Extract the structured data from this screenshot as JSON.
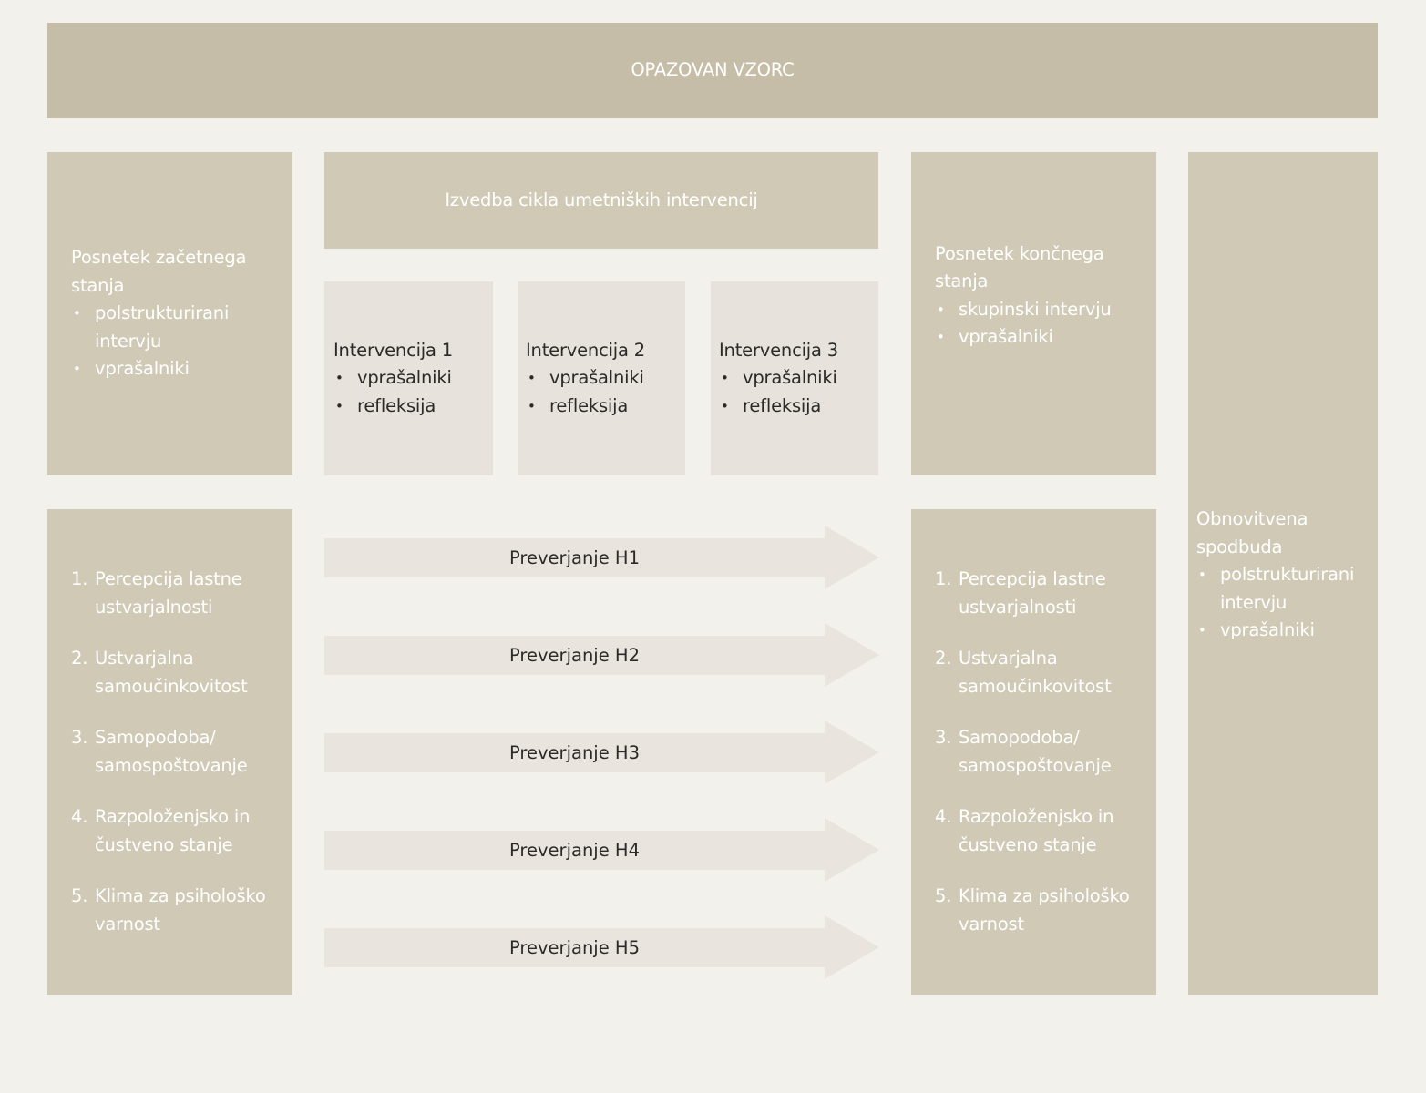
{
  "header": {
    "title": "OPAZOVAN VZORC"
  },
  "initial": {
    "title": "Posnetek začetnega stanja",
    "items": [
      "polstrukturirani intervju",
      "vprašalniki"
    ]
  },
  "cycle": {
    "title": "Izvedba cikla umetniških intervencij"
  },
  "interventions": [
    {
      "title": "Intervencija 1",
      "items": [
        "vprašalniki",
        "refleksija"
      ]
    },
    {
      "title": "Intervencija 2",
      "items": [
        "vprašalniki",
        "refleksija"
      ]
    },
    {
      "title": "Intervencija 3",
      "items": [
        "vprašalniki",
        "refleksija"
      ]
    }
  ],
  "final": {
    "title": "Posnetek končnega stanja",
    "items": [
      "skupinski intervju",
      "vprašalniki"
    ]
  },
  "renewed": {
    "title": "Obnovitvena spodbuda",
    "items": [
      "polstrukturirani intervju",
      "vprašalniki"
    ]
  },
  "measures_left": [
    {
      "num": "1.",
      "text": "Percepcija lastne ustvarjalnosti"
    },
    {
      "num": "2.",
      "text": "Ustvarjalna samoučinkovitost"
    },
    {
      "num": "3.",
      "text": "Samopodoba/ samospoštovanje"
    },
    {
      "num": "4.",
      "text": "Razpoloženjsko in čustveno stanje"
    },
    {
      "num": "5.",
      "text": "Klima za psihološko varnost"
    }
  ],
  "measures_right": [
    {
      "num": "1.",
      "text": "Percepcija lastne ustvarjalnosti"
    },
    {
      "num": "2.",
      "text": "Ustvarjalna samoučinkovitost"
    },
    {
      "num": "3.",
      "text": "Samopodoba/ samospoštovanje"
    },
    {
      "num": "4.",
      "text": "Razpoloženjsko in čustveno stanje"
    },
    {
      "num": "5.",
      "text": "Klima za psihološko varnost"
    }
  ],
  "checks": [
    "Preverjanje H1",
    "Preverjanje H2",
    "Preverjanje H3",
    "Preverjanje H4",
    "Preverjanje H5"
  ]
}
